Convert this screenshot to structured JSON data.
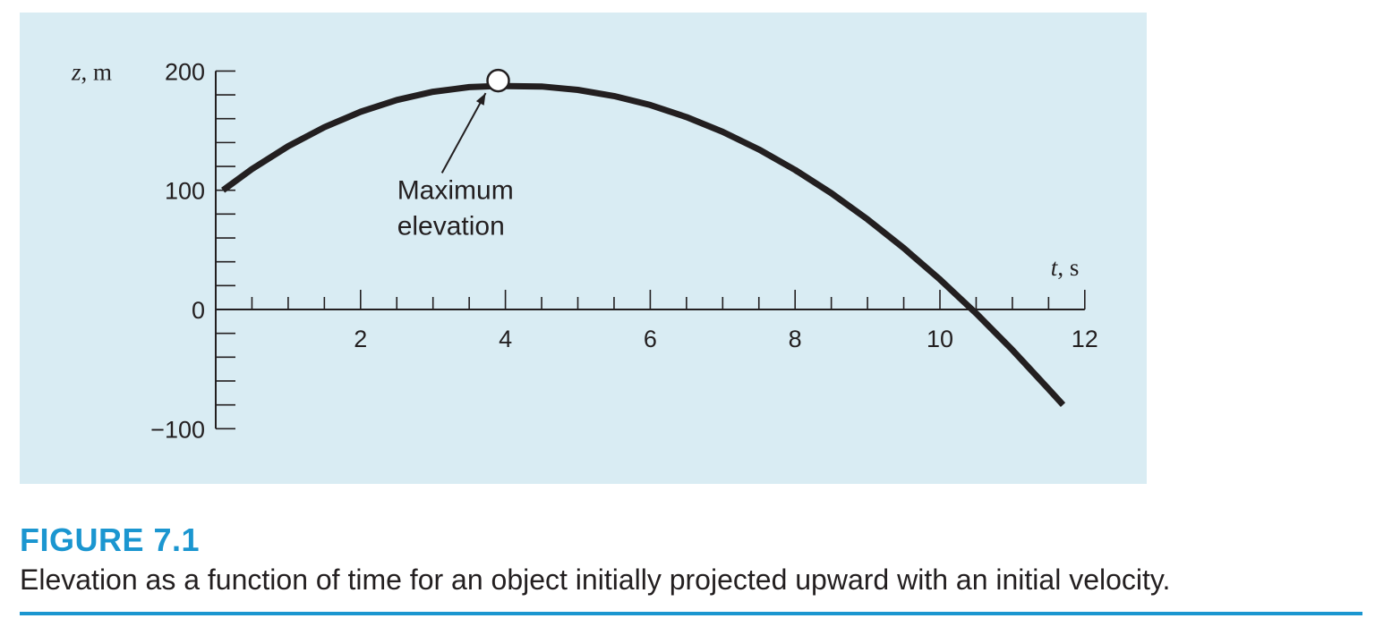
{
  "figure": {
    "label": "FIGURE 7.1",
    "caption": "Elevation as a function of time for an object initially projected upward with an initial velocity."
  },
  "colors": {
    "panel": "#d9ecf3",
    "ink": "#231f20",
    "accent": "#1b96d0",
    "marker_fill": "#ffffff"
  },
  "chart_data": {
    "type": "line",
    "xlabel_italic": "t",
    "xlabel_unit": ", s",
    "ylabel_italic": "z",
    "ylabel_unit": ", m",
    "xlim": [
      0,
      12
    ],
    "ylim": [
      -100,
      200
    ],
    "x_ticks": [
      2,
      4,
      6,
      8,
      10,
      12
    ],
    "x_tick_labels": [
      "2",
      "4",
      "6",
      "8",
      "10",
      "12"
    ],
    "x_minor_step": 0.5,
    "y_ticks": [
      -100,
      0,
      100,
      200
    ],
    "y_tick_labels": [
      "−100",
      "0",
      "100",
      "200"
    ],
    "y_minor_step": 20,
    "series": [
      {
        "x": [
          0.1,
          0.5,
          1,
          1.5,
          2,
          2.5,
          3,
          3.5,
          3.9,
          4.5,
          5,
          5.5,
          6,
          6.5,
          7,
          7.5,
          8,
          8.5,
          9,
          9.5,
          10,
          10.5,
          11,
          11.5,
          11.7
        ],
        "y": [
          100.0,
          117.7,
          136.9,
          152.9,
          165.8,
          175.7,
          182.6,
          186.5,
          187.5,
          187.0,
          184.2,
          179.0,
          171.5,
          161.4,
          149.0,
          134.2,
          117.0,
          97.5,
          75.6,
          51.5,
          25.2,
          -3.3,
          -33.9,
          -66.7,
          -80.0
        ]
      }
    ],
    "marker": {
      "x": 3.9,
      "y": 192
    },
    "annotation": {
      "lines": [
        "Maximum",
        "elevation"
      ],
      "x": 3.0,
      "y": 92
    },
    "grid": false
  }
}
